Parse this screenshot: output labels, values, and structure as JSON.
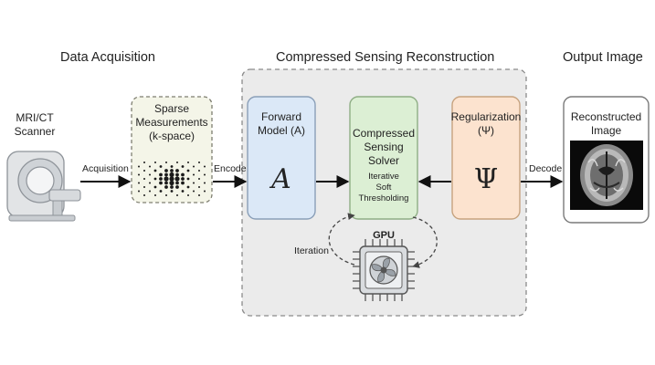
{
  "sections": {
    "acquisition": "Data Acquisition",
    "reconstruction": "Compressed Sensing Reconstruction",
    "output": "Output Image"
  },
  "scanner": {
    "label": "MRI/CT\nScanner"
  },
  "measurements": {
    "label": "Sparse\nMeasurements\n(k-space)"
  },
  "forward_model": {
    "label": "Forward\nModel (A)",
    "symbol": "A"
  },
  "solver": {
    "label": "Compressed\nSensing\nSolver",
    "sub": "Iterative\nSoft\nThresholding"
  },
  "regularization": {
    "label": "Regularization\n(Ψ)",
    "symbol": "Ψ"
  },
  "reconstructed": {
    "label": "Reconstructed\nImage"
  },
  "gpu": {
    "label": "GPU"
  },
  "edges": {
    "acquisition": "Acquisition",
    "encode": "Encode",
    "decode": "Decode",
    "iteration": "Iteration"
  },
  "colors": {
    "forward": "#dbe8f7",
    "solver": "#dcefd4",
    "regularization": "#fce3cf",
    "measurements": "#f4f5e8",
    "panel": "#ebebeb"
  }
}
